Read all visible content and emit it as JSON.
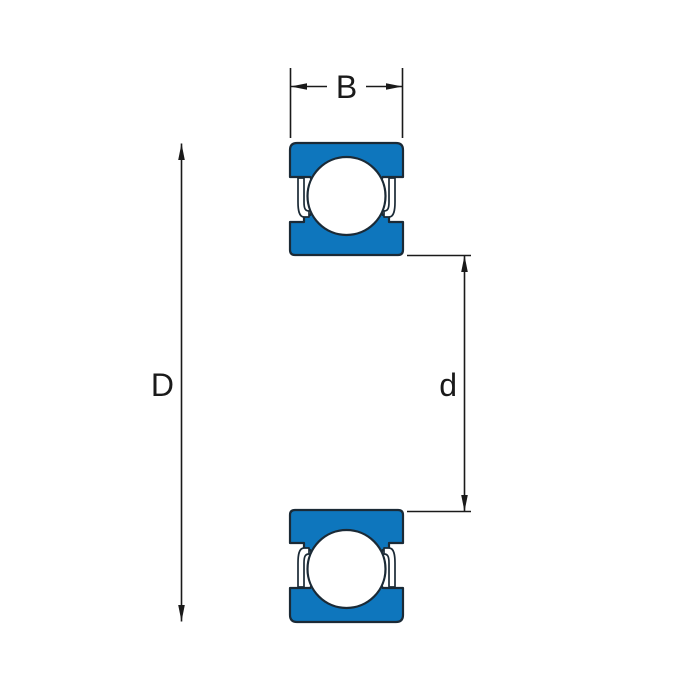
{
  "diagram": {
    "labels": {
      "width": "B",
      "outer_diameter": "D",
      "bore_diameter": "d"
    }
  },
  "colors": {
    "bearing_fill": "#0e76bd",
    "bearing_outline": "#1b2a36",
    "ball_fill": "#ffffff",
    "dimension_line": "#1a1a1a",
    "background": "#ffffff"
  }
}
